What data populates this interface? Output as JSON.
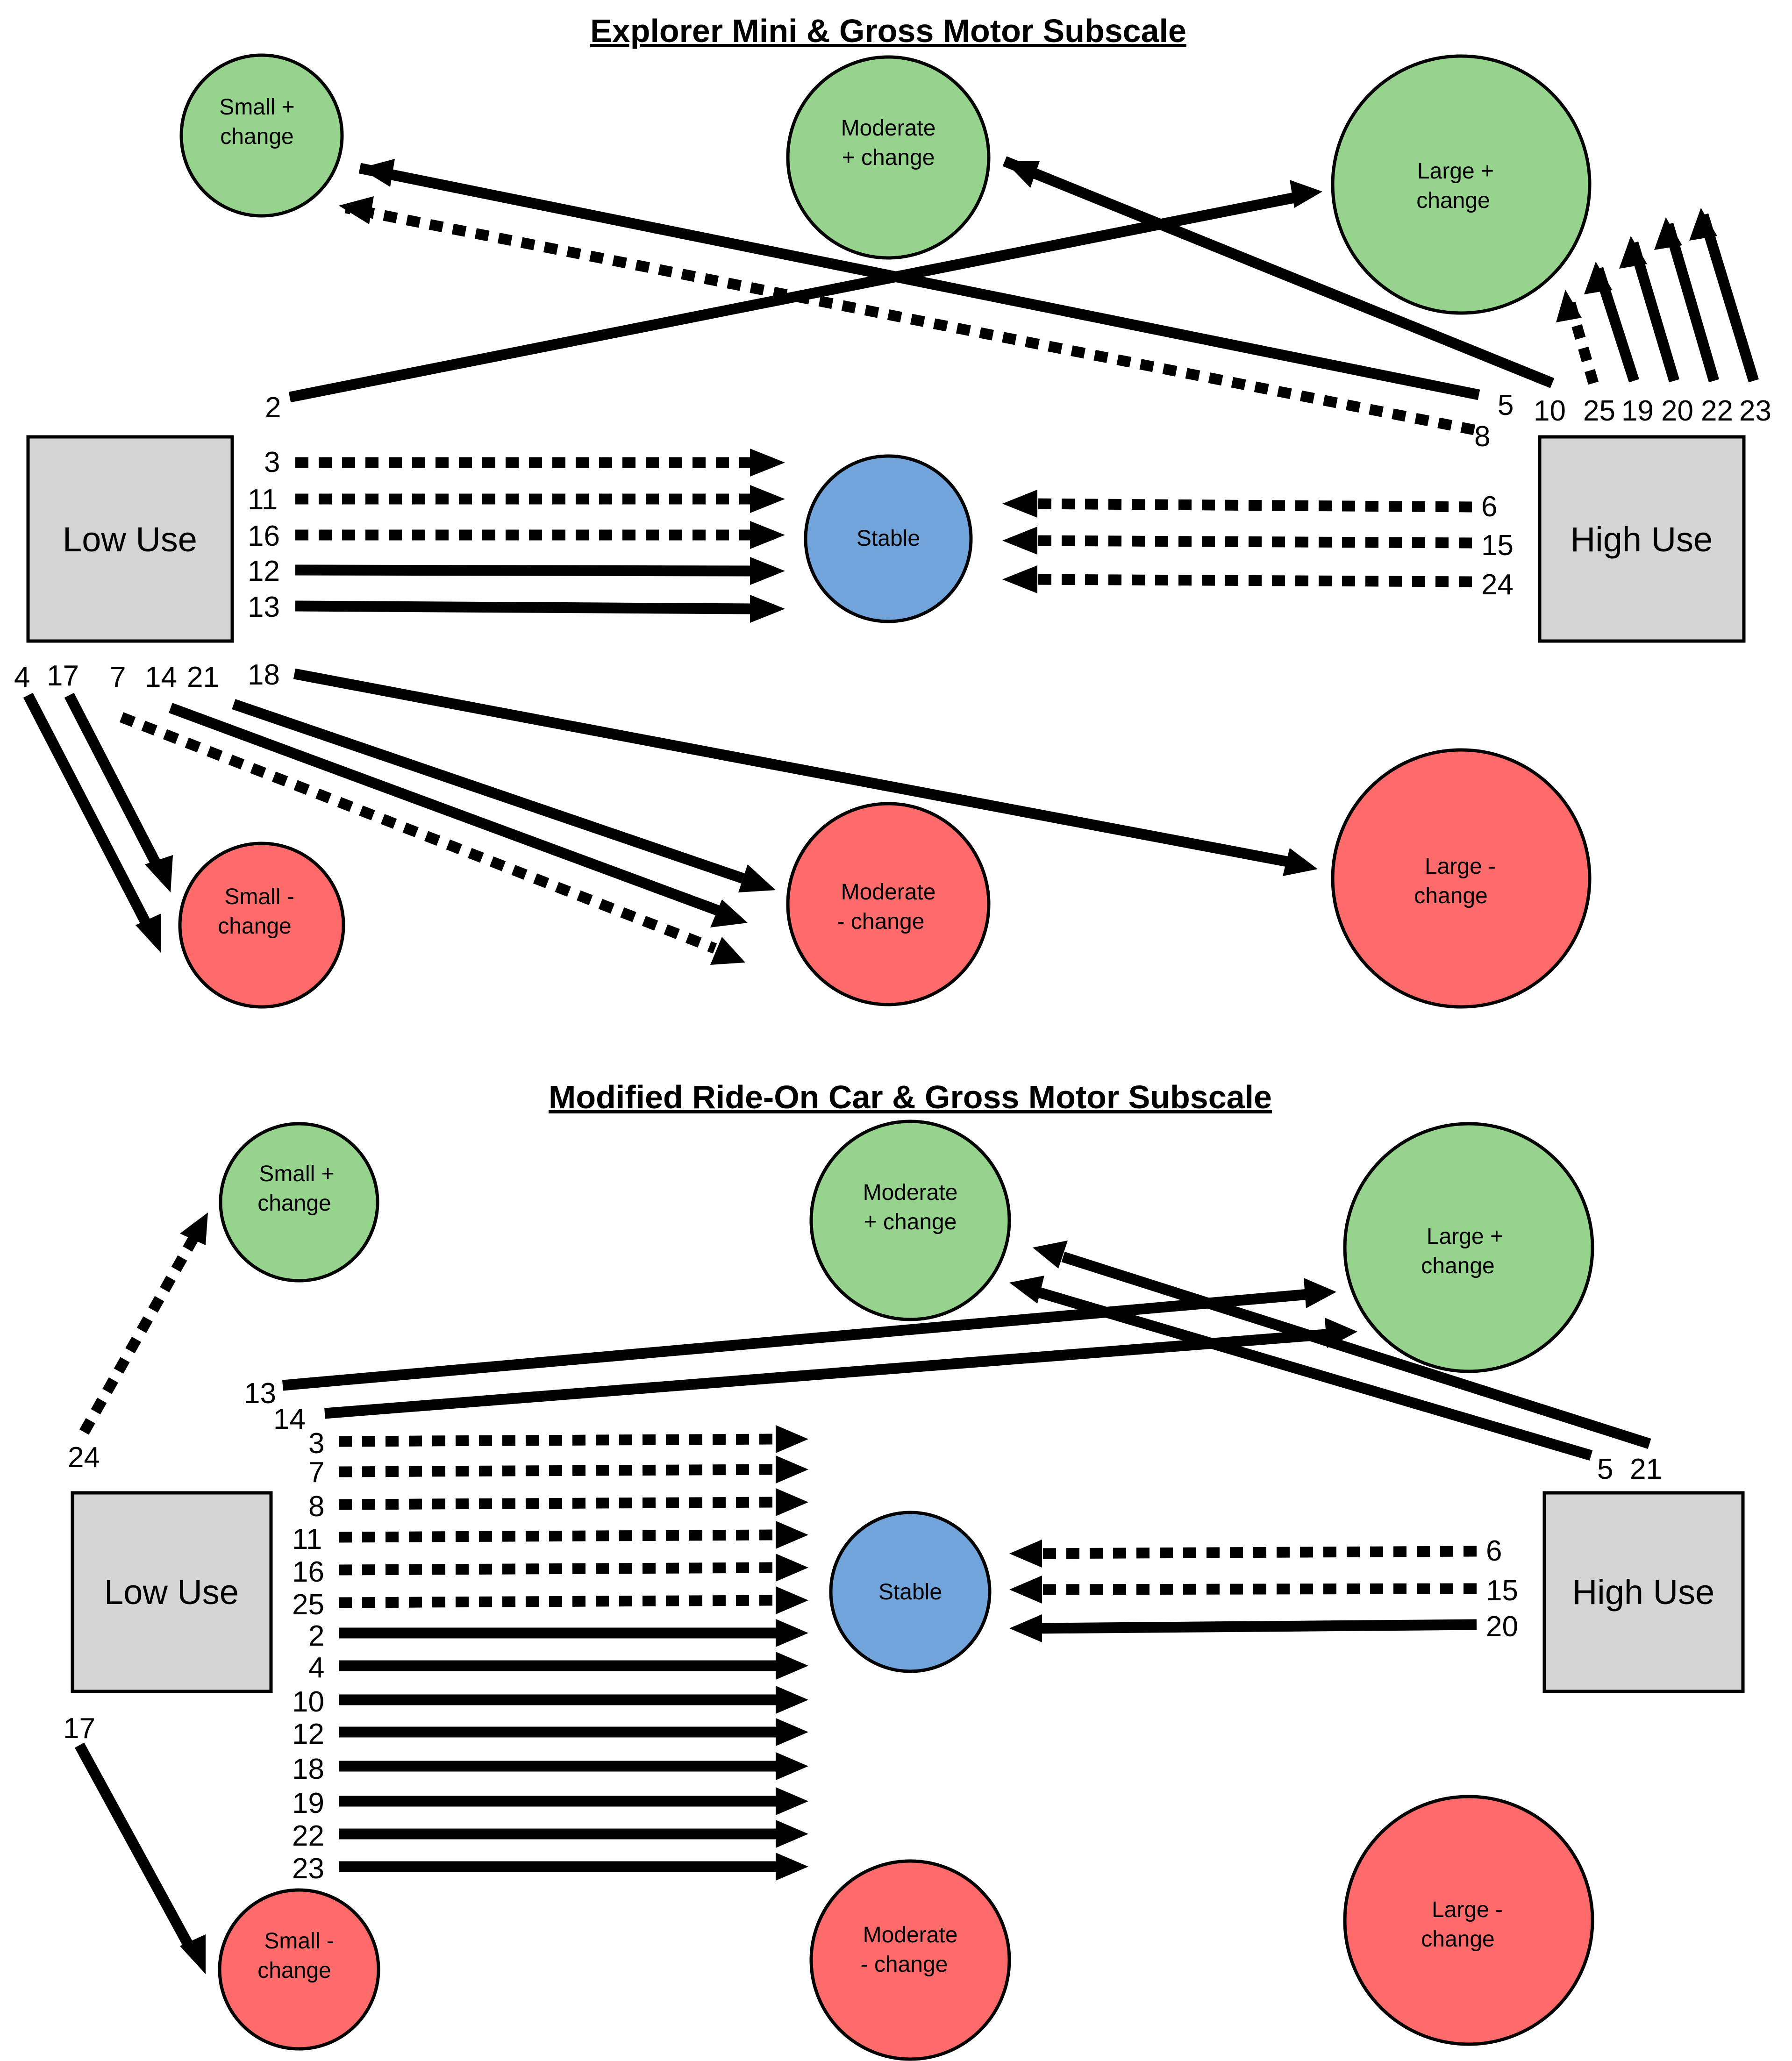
{
  "colors": {
    "positive": "#96d38c",
    "stable": "#72a4dc",
    "negative": "#ff6b6b",
    "use_box": "#d4d4d4",
    "line": "#000000"
  },
  "panels": [
    {
      "title": "Explorer Mini & Gross Motor Subscale",
      "low_use": "Low Use",
      "high_use": "High Use",
      "nodes": {
        "small_pos": [
          "Small  +",
          "change"
        ],
        "moderate_pos": [
          "Moderate",
          "+ change"
        ],
        "large_pos": [
          "Large  +",
          "change"
        ],
        "stable": [
          "Stable"
        ],
        "small_neg": [
          "Small  -",
          "change"
        ],
        "moderate_neg": [
          "Moderate",
          "- change"
        ],
        "large_neg": [
          "Large  -",
          "change"
        ]
      },
      "numbers": [
        "2",
        "5",
        "8",
        "10",
        "25",
        "19",
        "20",
        "22",
        "23",
        "3",
        "11",
        "16",
        "12",
        "13",
        "6",
        "15",
        "24",
        "4",
        "17",
        "7",
        "14",
        "21",
        "18"
      ]
    },
    {
      "title": "Modified Ride-On Car & Gross Motor Subscale",
      "low_use": "Low Use",
      "high_use": "High Use",
      "nodes": {
        "small_pos": [
          "Small  +",
          "change"
        ],
        "moderate_pos": [
          "Moderate",
          "+ change"
        ],
        "large_pos": [
          "Large  +",
          "change"
        ],
        "stable": [
          "Stable"
        ],
        "small_neg": [
          "Small  -",
          "change"
        ],
        "moderate_neg": [
          "Moderate",
          "- change"
        ],
        "large_neg": [
          "Large  -",
          "change"
        ]
      },
      "numbers": [
        "24",
        "13",
        "14",
        "5",
        "21",
        "3",
        "7",
        "8",
        "11",
        "16",
        "25",
        "2",
        "4",
        "10",
        "12",
        "18",
        "19",
        "22",
        "23",
        "6",
        "15",
        "20",
        "17"
      ]
    }
  ]
}
